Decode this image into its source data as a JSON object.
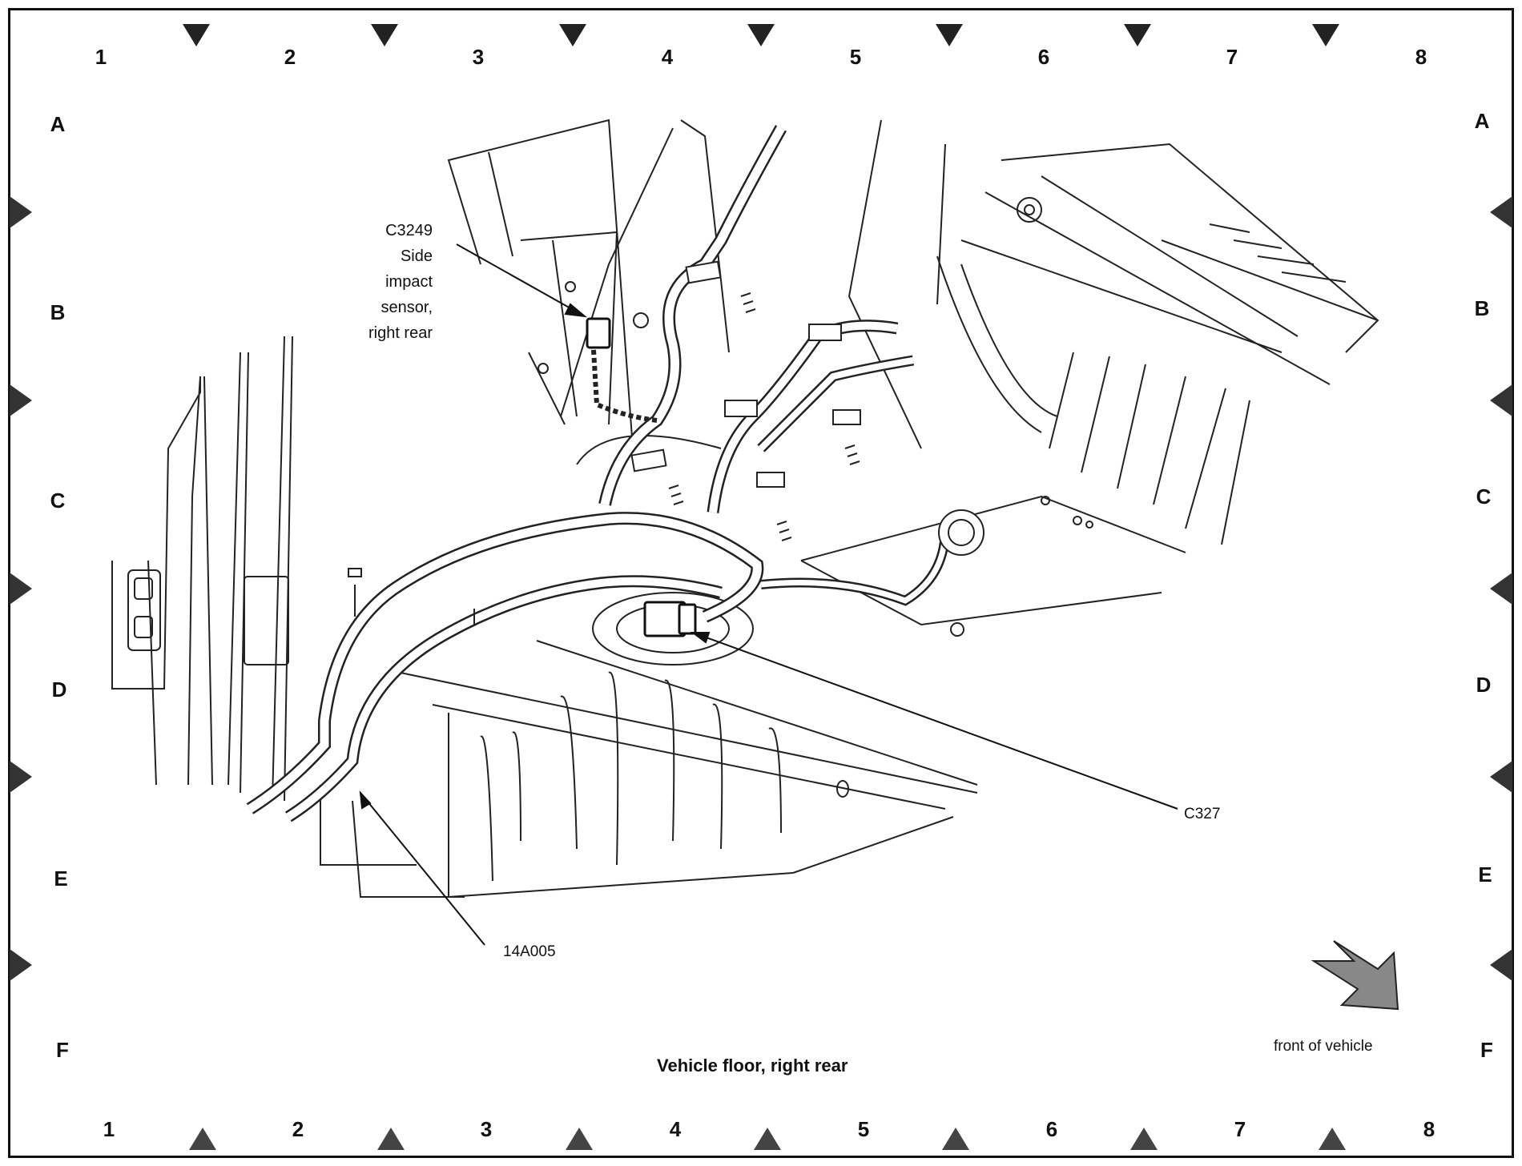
{
  "grid": {
    "columns": [
      "1",
      "2",
      "3",
      "4",
      "5",
      "6",
      "7",
      "8"
    ],
    "rows": [
      "A",
      "B",
      "C",
      "D",
      "E",
      "F"
    ]
  },
  "callouts": {
    "side_sensor": [
      "C3249",
      "Side",
      "impact",
      "sensor,",
      "right rear"
    ],
    "connector": "C327",
    "harness": "14A005"
  },
  "title": "Vehicle floor, right rear",
  "orientation_label": "front of vehicle"
}
